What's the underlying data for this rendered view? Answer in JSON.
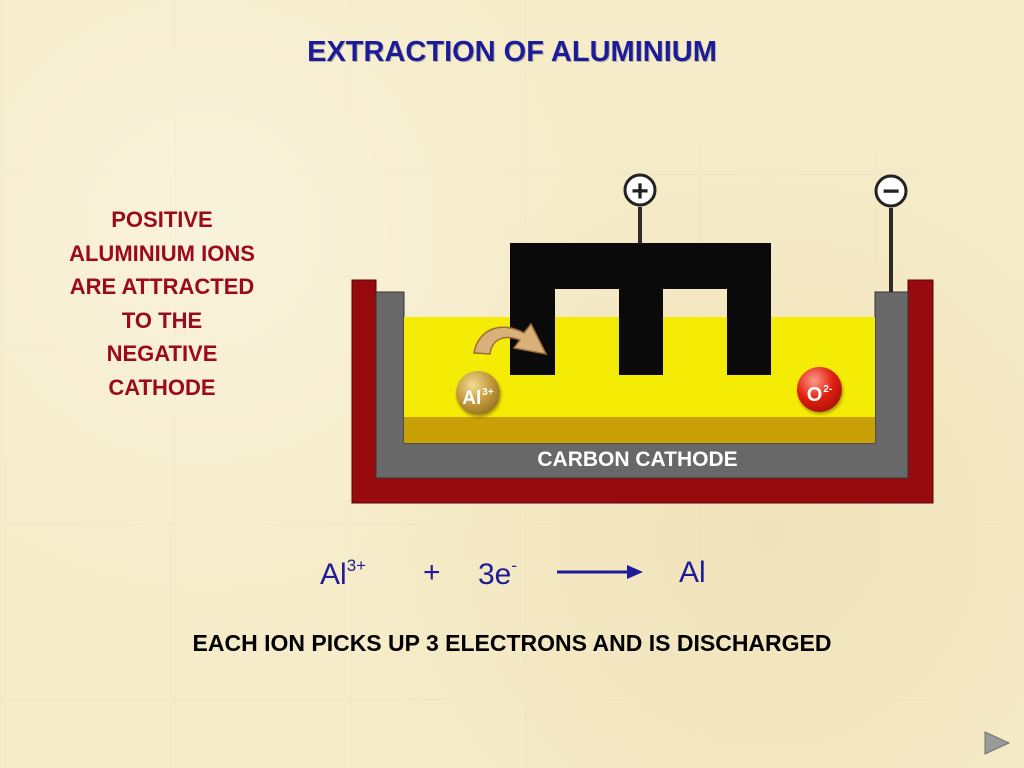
{
  "title": "EXTRACTION OF ALUMINIUM",
  "side_text": "POSITIVE\nALUMINIUM IONS\nARE ATTRACTED\nTO THE\nNEGATIVE\nCATHODE",
  "diagram": {
    "cathode_label": "CARBON CATHODE",
    "positive_terminal_symbol": "+",
    "negative_terminal_symbol": "−",
    "aluminium_ion": {
      "symbol": "Al",
      "charge": "3+"
    },
    "oxide_ion": {
      "symbol": "O",
      "charge": "2-"
    },
    "colors": {
      "casing": "#970b0e",
      "lining": "#686868",
      "electrolyte": "#f5ec06",
      "molten_aluminium": "#c9a005",
      "anode": "#0a0a0a"
    }
  },
  "equation": {
    "reactant": "Al",
    "reactant_charge": "3+",
    "plus": "+",
    "electrons": "3e",
    "electron_charge": "-",
    "product": "Al"
  },
  "caption": "EACH ION PICKS UP 3 ELECTRONS AND IS DISCHARGED",
  "nav": {
    "next_icon": "play-right-icon"
  }
}
